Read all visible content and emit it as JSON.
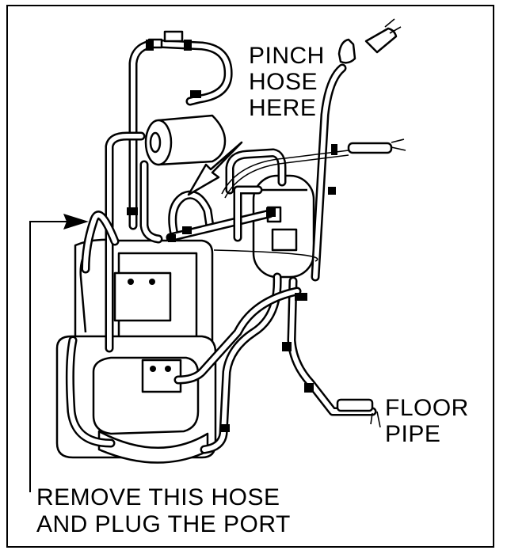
{
  "callouts": {
    "pinch_hose": [
      "PINCH",
      "HOSE",
      "HERE"
    ],
    "floor_pipe": [
      "FLOOR",
      "PIPE"
    ],
    "remove_hose": [
      "REMOVE THIS HOSE",
      "AND PLUG THE PORT"
    ]
  }
}
